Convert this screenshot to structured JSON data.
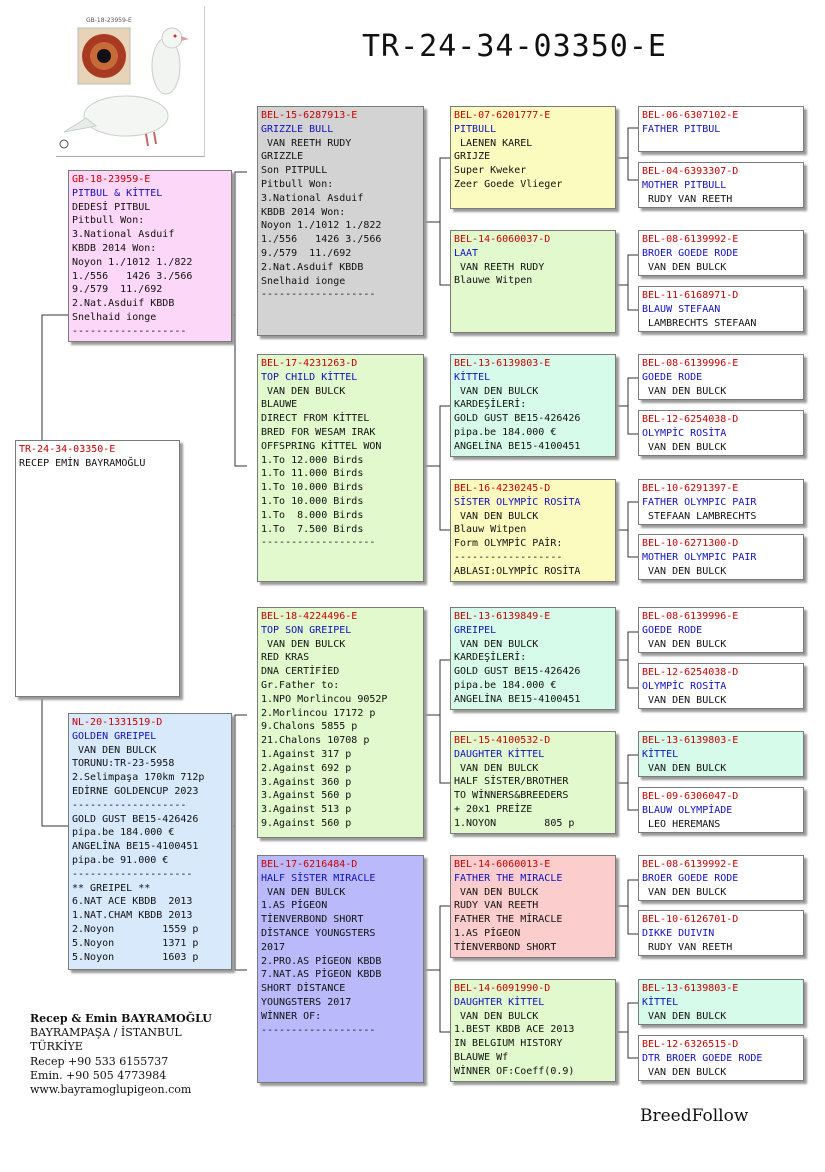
{
  "title": "TR-24-34-03350-E",
  "photo": {
    "caption": "GB-18-23959-E"
  },
  "root": {
    "ring": "TR-24-34-03350-E",
    "lines": [
      "RECEP EMİN BAYRAMOĞLU"
    ]
  },
  "father": {
    "ring": "GB-18-23959-E",
    "name": "PITBUL & KİTTEL",
    "lines": [
      "DEDESİ PITBUL",
      "Pitbull Won:",
      "3.National Asduif",
      "KBDB 2014 Won:",
      "Noyon 1./1012 1./822",
      "1./556   1426 3./566",
      "9./579  11./692",
      "2.Nat.Asduif KBDB",
      "Snelhaid ionge",
      "-------------------"
    ]
  },
  "mother": {
    "ring": "NL-20-1331519-D",
    "name": "GOLDEN GREIPEL",
    "lines": [
      " VAN DEN BULCK",
      "TORUNU:TR-23-5958",
      "2.Selimpaşa 170km 712p",
      "EDİRNE GOLDENCUP 2023",
      "-------------------",
      "GOLD GUST BE15-426426",
      "pipa.be 184.000 €",
      "ANGELİNA BE15-4100451",
      "pipa.be 91.000 €",
      "--------------------",
      "** GREIPEL **",
      "6.NAT ACE KBDB  2013",
      "1.NAT.CHAM KBDB 2013",
      "2.Noyon        1559 p",
      "5.Noyon        1371 p",
      "5.Noyon        1603 p"
    ]
  },
  "ff": {
    "ring": "BEL-15-6287913-E",
    "name": "GRIZZLE BULL",
    "lines": [
      " VAN REETH RUDY",
      "GRIZZLE",
      "Son PITPULL",
      "Pitbull Won:",
      "3.National Asduif",
      "KBDB 2014 Won:",
      "Noyon 1./1012 1./822",
      "1./556   1426 3./566",
      "9./579  11./692",
      "2.Nat.Asduif KBDB",
      "Snelhaid ionge",
      "-------------------"
    ]
  },
  "fm": {
    "ring": "BEL-17-4231263-D",
    "name": "TOP CHILD KİTTEL",
    "lines": [
      " VAN DEN BULCK",
      "BLAUWE",
      "DIRECT FROM KİTTEL",
      "BRED FOR WESAM IRAK",
      "OFFSPRING KİTTEL WON",
      "1.To 12.000 Birds",
      "1.To 11.000 Birds",
      "1.To 10.000 Birds",
      "1.To 10.000 Birds",
      "1.To  8.000 Birds",
      "1.To  7.500 Birds",
      "-------------------"
    ]
  },
  "mf": {
    "ring": "BEL-18-4224496-E",
    "name": "TOP SON GREIPEL",
    "lines": [
      " VAN DEN BULCK",
      "RED KRAS",
      "DNA CERTİFİED",
      "Gr.Father to:",
      "1.NPO Morlincou 9052P",
      "2.Morlincou 17172 p",
      "9.Chalons 5855 p",
      "21.Chalons 10708 p",
      "1.Against 317 p",
      "2.Against 692 p",
      "3.Against 360 p",
      "3.Against 560 p",
      "3.Against 513 p",
      "9.Against 560 p"
    ]
  },
  "mm": {
    "ring": "BEL-17-6216484-D",
    "name": "HALF SİSTER MIRACLE",
    "lines": [
      " VAN DEN BULCK",
      "1.AS PİGEON",
      "TİENVERBOND SHORT",
      "DİSTANCE YOUNGSTERS",
      "2017",
      "2.PRO.AS PİGEON KBDB",
      "7.NAT.AS PİGEON KBDB",
      "SHORT DİSTANCE",
      "YOUNGSTERS 2017",
      "WİNNER OF:",
      "-------------------"
    ]
  },
  "fff": {
    "ring": "BEL-07-6201777-E",
    "name": "PITBULL",
    "lines": [
      " LAENEN KAREL",
      "GRIJZE",
      "Super Kweker",
      "Zeer Goede Vlieger"
    ]
  },
  "ffm": {
    "ring": "BEL-14-6060037-D",
    "name": "LAAT",
    "lines": [
      " VAN REETH RUDY",
      "Blauwe Witpen"
    ]
  },
  "fmf": {
    "ring": "BEL-13-6139803-E",
    "name": "KİTTEL",
    "lines": [
      " VAN DEN BULCK",
      "KARDEŞİLERİ:",
      "GOLD GUST BE15-426426",
      "pipa.be 184.000 €",
      "ANGELİNA BE15-4100451"
    ]
  },
  "fmm": {
    "ring": "BEL-16-4230245-D",
    "name": "SİSTER OLYMPİC ROSİTA",
    "lines": [
      " VAN DEN BULCK",
      "Blauw Witpen",
      "Form OLYMPİC PAİR:",
      "------------------",
      "ABLASI:OLYMPİC ROSİTA"
    ]
  },
  "mff": {
    "ring": "BEL-13-6139849-E",
    "name": "GREIPEL",
    "lines": [
      " VAN DEN BULCK",
      "KARDEŞİLERİ:",
      "GOLD GUST BE15-426426",
      "pipa.be 184.000 €",
      "ANGELİNA BE15-4100451"
    ]
  },
  "mfm": {
    "ring": "BEL-15-4100532-D",
    "name": "DAUGHTER KİTTEL",
    "lines": [
      " VAN DEN BULCK",
      "HALF SİSTER/BROTHER",
      "TO WİNNERS&BREEDERS",
      "+ 20x1 PREİZE",
      "1.NOYON        805 p"
    ]
  },
  "mmf": {
    "ring": "BEL-14-6060013-E",
    "name": "FATHER THE MIRACLE",
    "lines": [
      " VAN DEN BULCK",
      "RUDY VAN REETH",
      "FATHER THE MİRACLE",
      "1.AS PİGEON",
      "TİENVERBOND SHORT"
    ]
  },
  "mmm": {
    "ring": "BEL-14-6091990-D",
    "name": "DAUGHTER KİTTEL",
    "lines": [
      " VAN DEN BULCK",
      "1.BEST KBDB ACE 2013",
      "IN BELGIUM HISTORY",
      "BLAUWE Wf",
      "WİNNER OF:Coeff(0.9)"
    ]
  },
  "g5": [
    {
      "ring": "BEL-06-6307102-E",
      "name": "FATHER PITBUL",
      "lines": []
    },
    {
      "ring": "BEL-04-6393307-D",
      "name": "MOTHER PITBULL",
      "lines": [
        " RUDY VAN REETH"
      ]
    },
    {
      "ring": "BEL-08-6139992-E",
      "name": "BROER GOEDE RODE",
      "lines": [
        " VAN DEN BULCK"
      ]
    },
    {
      "ring": "BEL-11-6168971-D",
      "name": "BLAUW STEFAAN",
      "lines": [
        " LAMBRECHTS STEFAAN"
      ]
    },
    {
      "ring": "BEL-08-6139996-E",
      "name": "GOEDE RODE",
      "lines": [
        " VAN DEN BULCK"
      ]
    },
    {
      "ring": "BEL-12-6254038-D",
      "name": "OLYMPİC ROSİTA",
      "lines": [
        " VAN DEN BULCK"
      ]
    },
    {
      "ring": "BEL-10-6291397-E",
      "name": "FATHER OLYMPIC PAIR",
      "lines": [
        " STEFAAN LAMBRECHTS"
      ]
    },
    {
      "ring": "BEL-10-6271300-D",
      "name": "MOTHER OLYMPIC PAIR",
      "lines": [
        " VAN DEN BULCK"
      ]
    },
    {
      "ring": "BEL-08-6139996-E",
      "name": "GOEDE RODE",
      "lines": [
        " VAN DEN BULCK"
      ]
    },
    {
      "ring": "BEL-12-6254038-D",
      "name": "OLYMPİC ROSİTA",
      "lines": [
        " VAN DEN BULCK"
      ]
    },
    {
      "ring": "BEL-13-6139803-E",
      "name": "KİTTEL",
      "lines": [
        " VAN DEN BULCK"
      ]
    },
    {
      "ring": "BEL-09-6306047-D",
      "name": "BLAUW OLYMPİADE",
      "lines": [
        " LEO HEREMANS"
      ]
    },
    {
      "ring": "BEL-08-6139992-E",
      "name": "BROER GOEDE RODE",
      "lines": [
        " VAN DEN BULCK"
      ]
    },
    {
      "ring": "BEL-10-6126701-D",
      "name": "DIKKE DUIVIN",
      "lines": [
        " RUDY VAN REETH"
      ]
    },
    {
      "ring": "BEL-13-6139803-E",
      "name": "KİTTEL",
      "lines": [
        " VAN DEN BULCK"
      ]
    },
    {
      "ring": "BEL-12-6326515-D",
      "name": "DTR BROER GOEDE RODE",
      "lines": [
        " VAN DEN BULCK"
      ]
    }
  ],
  "owner": {
    "name": "Recep & Emin BAYRAMOĞLU",
    "lines": [
      "BAYRAMPAŞA / İSTANBUL",
      "TÜRKİYE",
      "Recep +90 533 6155737",
      "Emin. +90 505 4773984",
      "www.bayramoglupigeon.com"
    ]
  },
  "brand": "BreedFollow",
  "colors": {
    "ring": "#cc0000",
    "name": "#1010c0"
  }
}
